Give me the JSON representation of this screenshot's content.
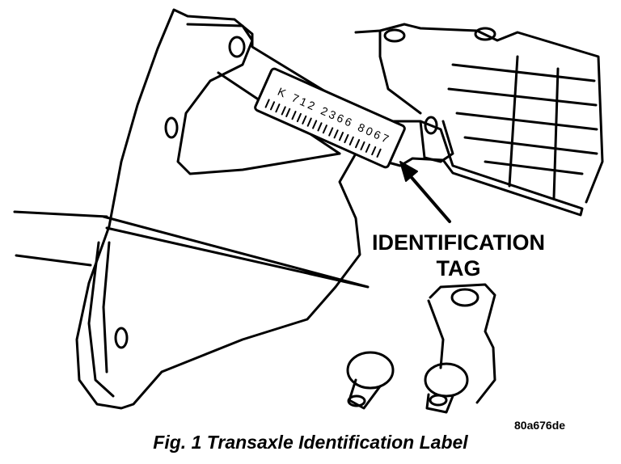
{
  "callout": {
    "line1": "IDENTIFICATION",
    "line2": "TAG"
  },
  "tag": {
    "line1": "K 712 2366 8067"
  },
  "image_code": "80a676de",
  "caption": "Fig. 1 Transaxle Identification Label"
}
